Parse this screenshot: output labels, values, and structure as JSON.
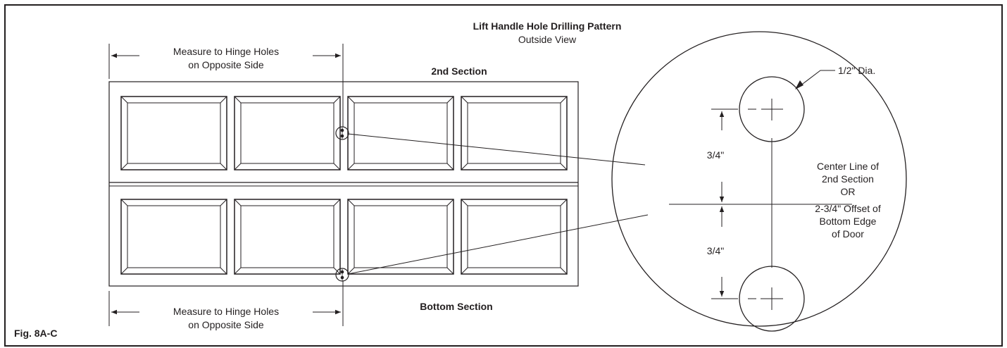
{
  "header": {
    "title": "Lift Handle Hole Drilling Pattern",
    "subtitle": "Outside View"
  },
  "figure_label": "Fig. 8A-C",
  "door": {
    "top_section_label": "2nd Section",
    "bottom_section_label": "Bottom Section",
    "measure_top": [
      "Measure to Hinge Holes",
      "on Opposite Side"
    ],
    "measure_bottom": [
      "Measure to Hinge Holes",
      "on Opposite Side"
    ],
    "panels_per_row": 4
  },
  "detail": {
    "hole_diameter": "1/2\" Dia.",
    "dim_upper": "3/4\"",
    "dim_lower": "3/4\"",
    "center_note": [
      "Center Line of",
      "2nd Section",
      "OR",
      "2-3/4\" Offset of",
      "Bottom Edge",
      "of Door"
    ]
  },
  "colors": {
    "ink": "#231f20",
    "background": "#ffffff"
  }
}
